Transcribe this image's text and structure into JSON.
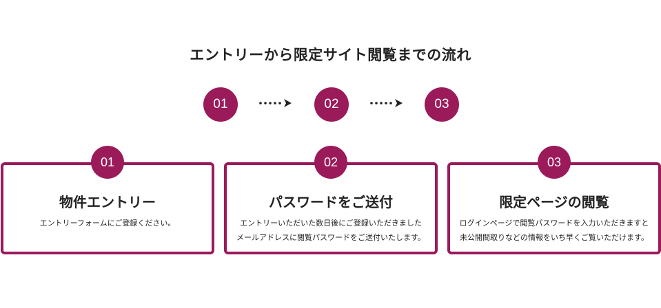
{
  "flow": {
    "title": "エントリーから限定サイト閲覧までの流れ",
    "steps": [
      "01",
      "02",
      "03"
    ]
  },
  "cards": [
    {
      "number": "01",
      "title": "物件エントリー",
      "lines": [
        "エントリーフォームにご登録ください。"
      ]
    },
    {
      "number": "02",
      "title": "パスワードをご送付",
      "lines": [
        "エントリーいただいた数日後にご登録いただきました",
        "メールアドレスに閲覧パスワードをご送付いたします。"
      ]
    },
    {
      "number": "03",
      "title": "限定ページの閲覧",
      "lines": [
        "ログインページで閲覧パスワードを入力いただきますと",
        "未公開間取りなどの情報をいち早くご覧いただけます。"
      ]
    }
  ],
  "colors": {
    "accent": "#9b1a5a",
    "text": "#222222",
    "background": "#ffffff"
  },
  "icons": {
    "arrow": "dotted-arrow-right-icon"
  }
}
